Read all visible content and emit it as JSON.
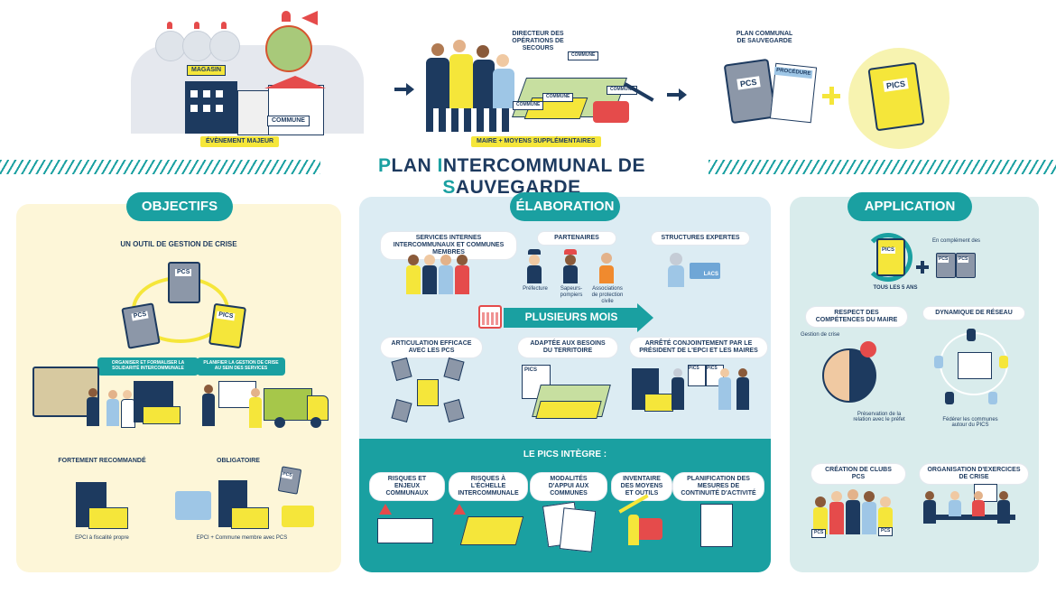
{
  "top": {
    "event_label": "ÉVÈNEMENT MAJEUR",
    "magasin_label": "MAGASIN",
    "commune_label": "COMMUNE",
    "director_label": "DIRECTEUR DES OPÉRATIONS DE SECOURS",
    "mayor_label": "MAIRE + MOYENS SUPPLÉMENTAIRES",
    "map_commune_tags": [
      "COMMUNE",
      "COMMUNE",
      "COMMUNE",
      "COMMUNE"
    ],
    "pcs_plan_label": "PLAN COMMUNAL DE SAUVEGARDE",
    "pcs_badge": "PCS",
    "procedure_label": "PROCÉDURE",
    "pics_badge": "PICS"
  },
  "title": {
    "p1": "P",
    "p2": "LAN ",
    "p3": "I",
    "p4": "NTER",
    "p5": "COMMUNAL DE ",
    "p6": "S",
    "p7": "AUVEGARDE"
  },
  "objectifs": {
    "header": "OBJECTIFS",
    "subtitle": "UN OUTIL DE GESTION DE CRISE",
    "cycle": [
      "PCS",
      "PCS",
      "PICS"
    ],
    "callout_left": "ORGANISER ET FORMALISER LA SOLIDARITÉ INTERCOMMUNALE",
    "callout_right": "PLANIFIER LA GESTION DE CRISE AU SEIN DES SERVICES",
    "recommended_label": "FORTEMENT RECOMMANDÉ",
    "recommended_caption": "EPCI à fiscalité propre",
    "mandatory_label": "OBLIGATOIRE",
    "mandatory_caption": "EPCI + Commune membre avec PCS",
    "mandatory_badge": "PCS"
  },
  "elaboration": {
    "header": "ÉLABORATION",
    "services_label": "SERVICES INTERNES INTERCOMMUNAUX ET COMMUNES MEMBRES",
    "partners_label": "PARTENAIRES",
    "partners": [
      "Préfecture",
      "Sapeurs-pompiers",
      "Associations de protection civile"
    ],
    "experts_label": "STRUCTURES EXPERTES",
    "experts_logo": "LACS",
    "duration_label": "PLUSIEURS MOIS",
    "articulation_label": "ARTICULATION EFFICACE AVEC LES PCS",
    "adapted_label": "ADAPTÉE AUX BESOINS DU TERRITOIRE",
    "adapted_badge": "PICS",
    "decree_label": "ARRÊTÉ CONJOINTEMENT PAR LE PRÉSIDENT DE L'EPCI ET LES MAIRES",
    "decree_badges": [
      "PICS",
      "PICS"
    ],
    "integrates_label": "LE PICS INTÈGRE :",
    "items": [
      "RISQUES ET ENJEUX COMMUNAUX",
      "RISQUES À L'ÉCHELLE INTERCOMMUNALE",
      "MODALITÉS D'APPUI AUX COMMUNES",
      "INVENTAIRE DES MOYENS ET OUTILS",
      "PLANIFICATION DES MESURES DE CONTINUITÉ D'ACTIVITÉ"
    ]
  },
  "application": {
    "header": "APPLICATION",
    "cycle_badge": "PICS",
    "cycle_label": "TOUS LES 5 ANS",
    "complement_label": "En complément des",
    "complement_badges": [
      "PCS",
      "PCS"
    ],
    "respect_label": "RESPECT DES COMPÉTENCES DU MAIRE",
    "crisis_caption": "Gestion de crise",
    "prefect_caption": "Préservation de la relation avec le préfet",
    "network_label": "DYNAMIQUE DE RÉSEAU",
    "network_caption": "Fédérer les communes autour du PICS",
    "clubs_label": "CRÉATION DE CLUBS PCS",
    "clubs_badges": [
      "PCS",
      "PCS"
    ],
    "exercises_label": "ORGANISATION D'EXERCICES DE CRISE"
  },
  "colors": {
    "teal": "#1aa0a1",
    "navy": "#1d3a5f",
    "yellow": "#f5e63a",
    "cream": "#fdf6d8",
    "light_blue": "#dcecf3",
    "light_teal": "#d9ecec"
  }
}
